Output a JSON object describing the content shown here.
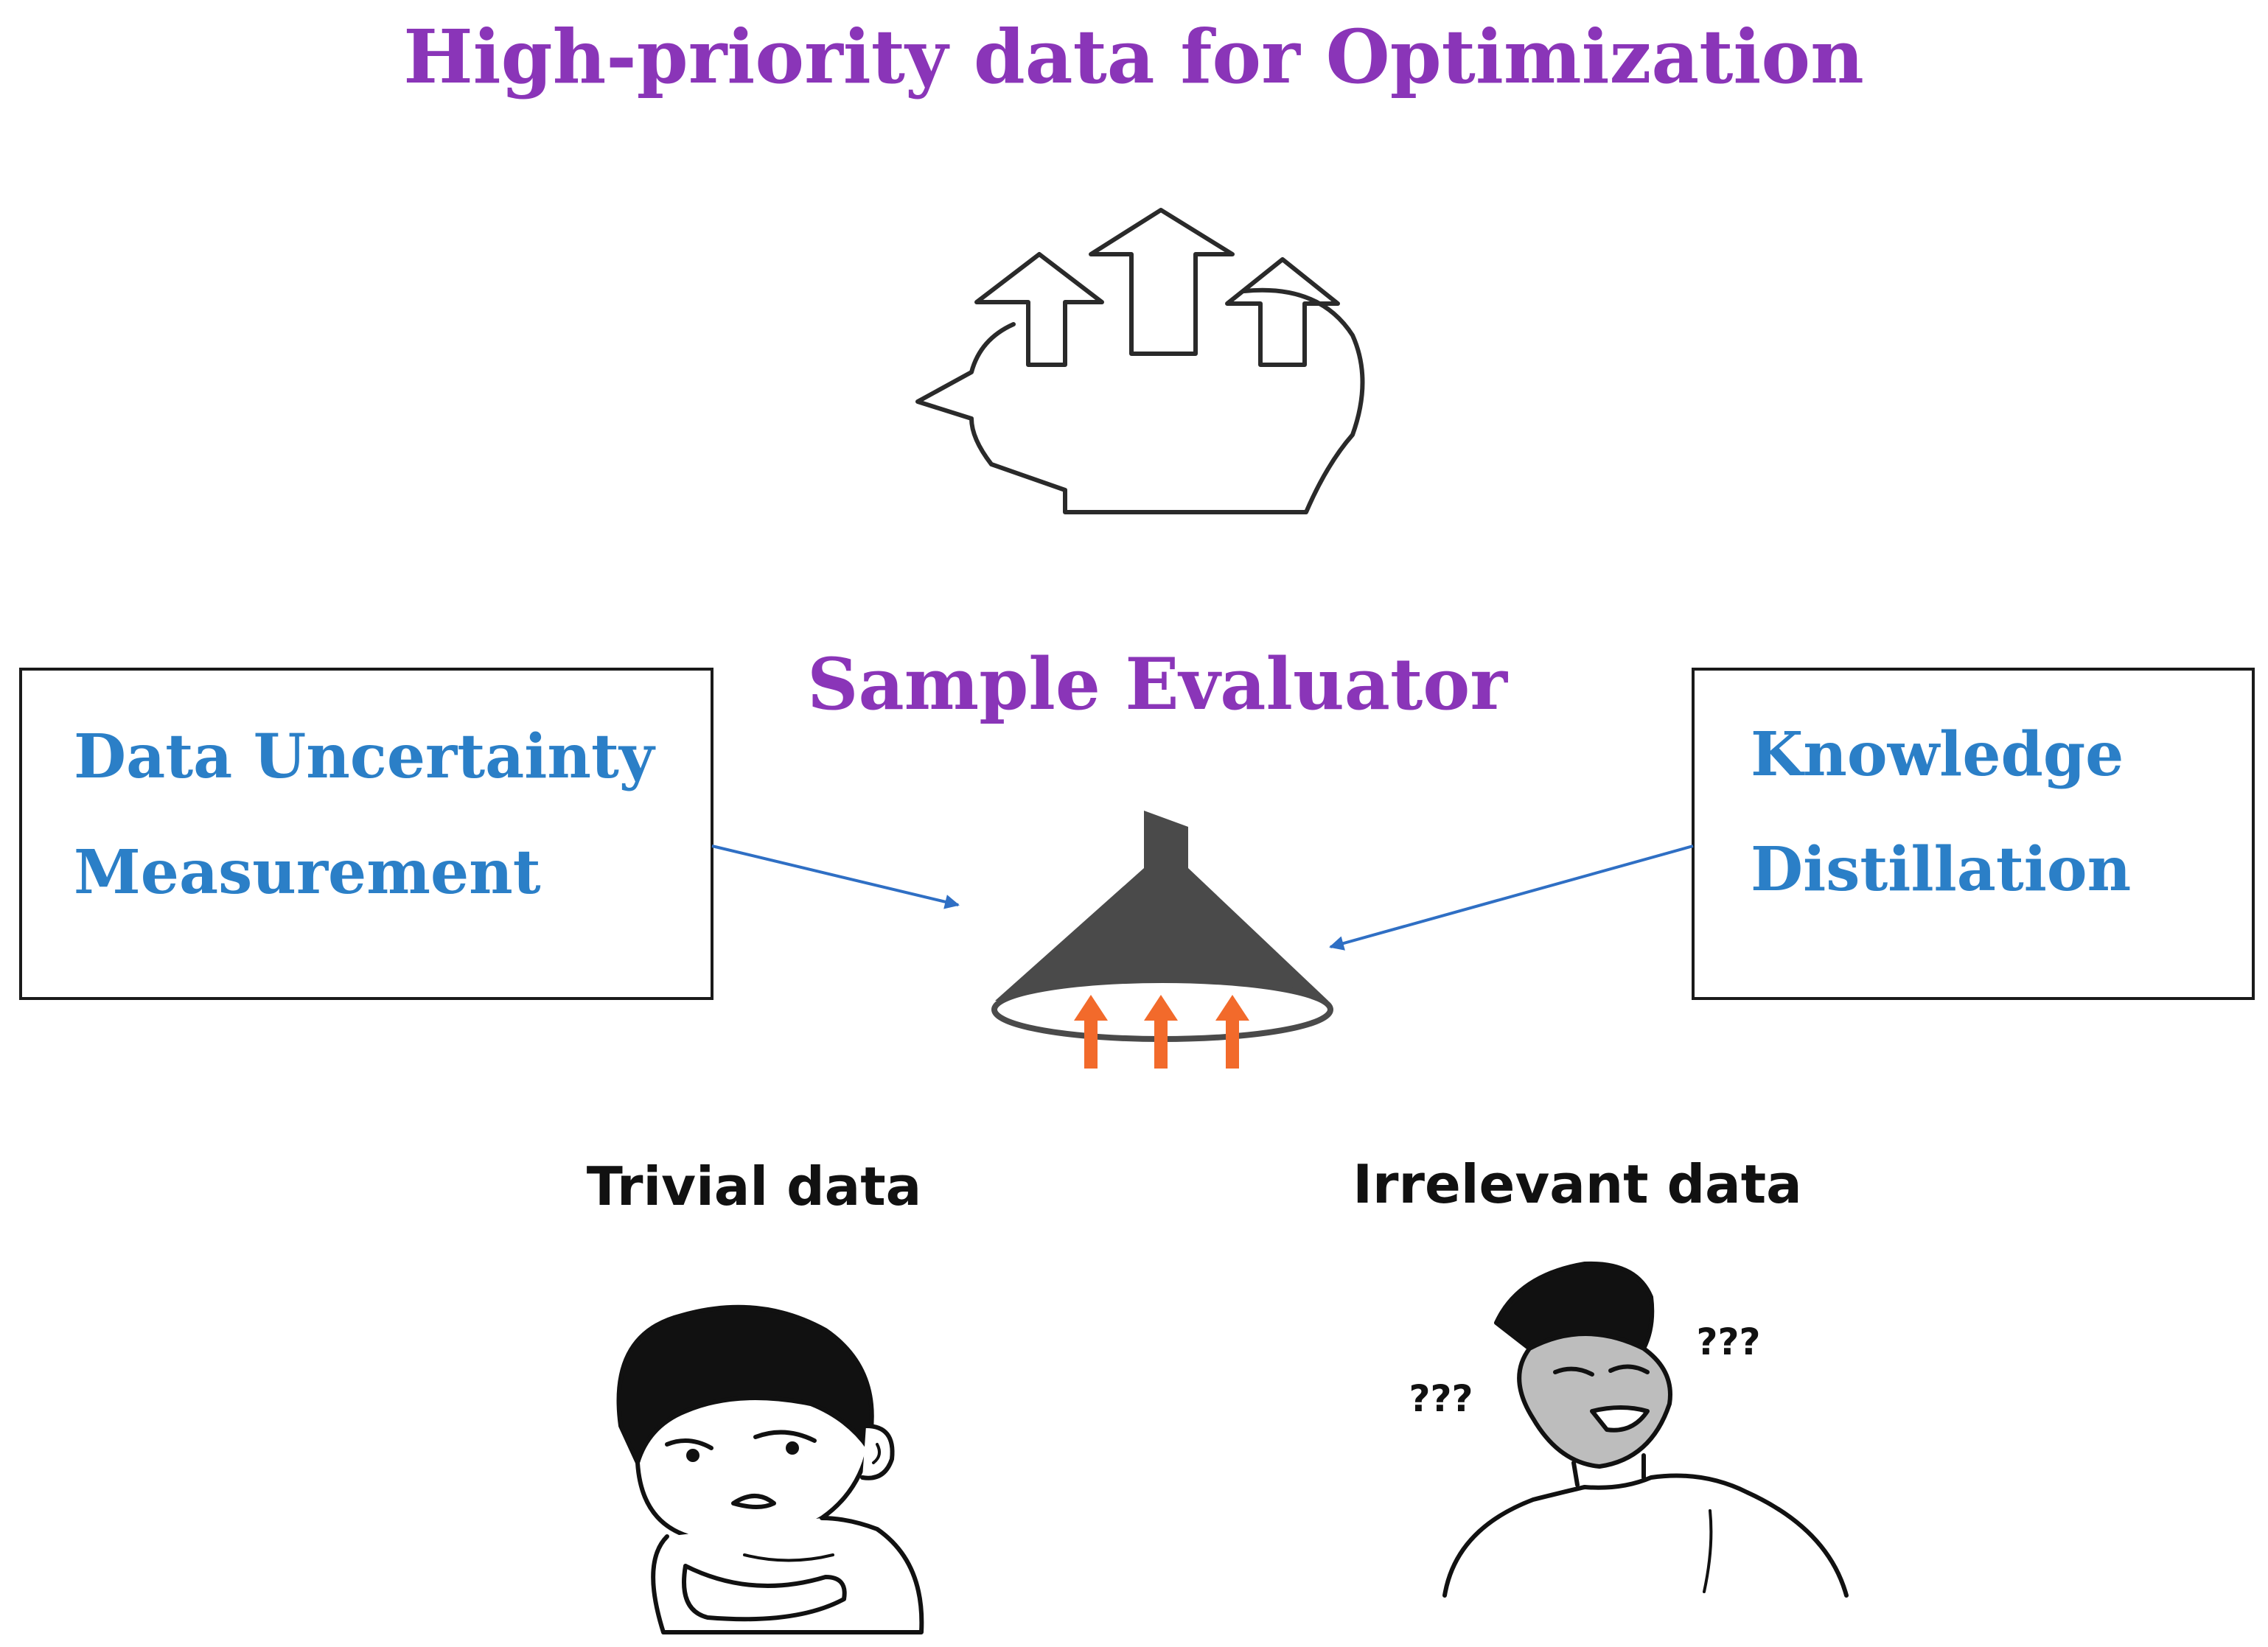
{
  "title": "High-priority data for Optimization",
  "evaluator": {
    "label": "Sample Evaluator"
  },
  "left_box": {
    "line1": "Data Uncertainty",
    "line2": "Measurement"
  },
  "right_box": {
    "line1": "Knowledge",
    "line2": "Distillation"
  },
  "trivial": {
    "label": "Trivial data"
  },
  "irrelevant": {
    "label": "Irrelevant data",
    "question_left": "???",
    "question_right": "???"
  },
  "colors": {
    "title": "#8a35b8",
    "box_text": "#2b7fc7",
    "arrow": "#2f6fc4",
    "lamp": "#4a4a4a",
    "lamp_arrows": "#f26a2b",
    "outline": "#2a2a2a"
  }
}
